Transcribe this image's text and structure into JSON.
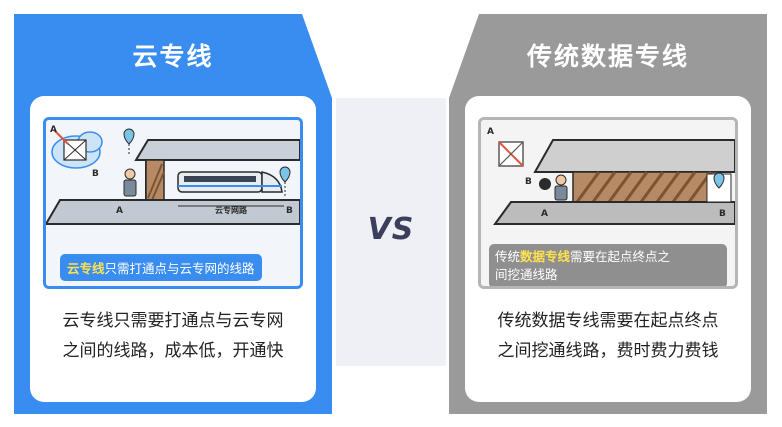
{
  "left": {
    "title": "云专线",
    "banner_highlight": "云专线",
    "banner_rest": "只需打通点与云专网的线路",
    "point_a": "A",
    "point_b": "B",
    "road_label": "云专网路",
    "caption_line1": "云专线只需要打通点与云专网",
    "caption_line2": "之间的线路，成本低，开通快"
  },
  "right": {
    "title": "传统数据专线",
    "banner_pre": "传统",
    "banner_highlight": "数据专线",
    "banner_rest_line1": "需要在起点终点之",
    "banner_line2": "间挖通线路",
    "point_a": "A",
    "point_b": "B",
    "caption_line1": "传统数据专线需要在起点终点",
    "caption_line2": "之间挖通线路，费时费力费钱"
  },
  "vs_label": "VS",
  "colors": {
    "left_accent": "#3a8df0",
    "right_accent": "#9a9a9a",
    "vs_text": "#3b3f5c"
  }
}
